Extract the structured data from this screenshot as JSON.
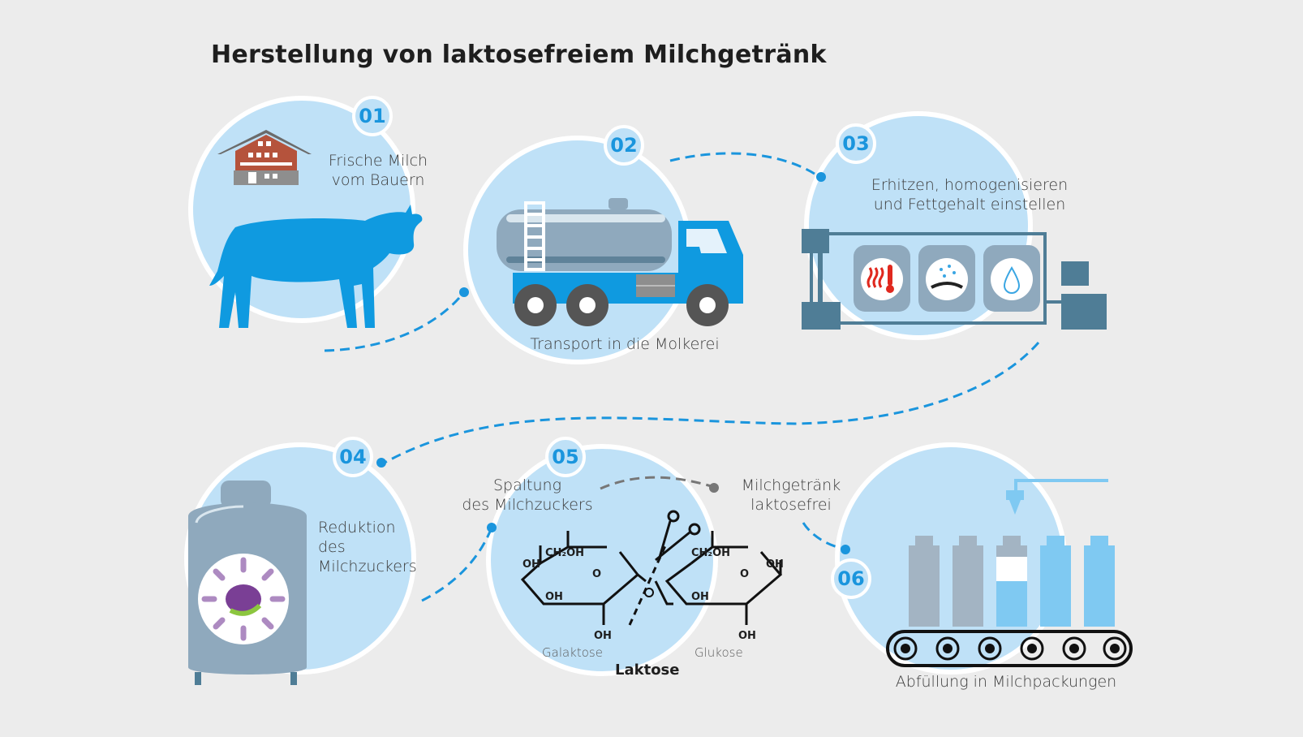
{
  "title": "Herstellung von laktosefreiem Milchgetränk",
  "colors": {
    "background": "#ececec",
    "circle_fill": "#bfe1f7",
    "accent_blue": "#1a95dd",
    "cow_blue": "#0f9ae0",
    "tank_grey": "#8fa9bd",
    "pipe_dark": "#4f7d96",
    "barn_red": "#b5533c"
  },
  "steps": [
    {
      "number": "01",
      "label_line1": "Frische Milch",
      "label_line2": "vom Bauern",
      "icon": "cow-and-farmhouse"
    },
    {
      "number": "02",
      "label": "Transport in die Molkerei",
      "icon": "milk-tanker-truck"
    },
    {
      "number": "03",
      "label_line1": "Erhitzen, homogenisieren",
      "label_line2": "und Fettgehalt einstellen",
      "icon": "processing-tanks",
      "tank_icons": [
        "heat-thermometer-icon",
        "homogenize-icon",
        "fat-drop-icon"
      ]
    },
    {
      "number": "04",
      "label_line1": "Reduktion",
      "label_line2": "des",
      "label_line3": "Milchzuckers",
      "icon": "storage-tank-good-day"
    },
    {
      "number": "05",
      "label_line1": "Spaltung",
      "label_line2": "des Milchzuckers",
      "icon": "lactose-molecule",
      "result_line1": "Milchgetränk",
      "result_line2": "laktosefrei",
      "molecule": {
        "left_sugar": "Galaktose",
        "right_sugar": "Glukose",
        "name": "Laktose",
        "group_ch2oh": "CH₂OH",
        "group_oh": "OH",
        "ring_o": "O"
      }
    },
    {
      "number": "06",
      "label": "Abfüllung in Milchpackungen",
      "icon": "filling-conveyor"
    }
  ]
}
